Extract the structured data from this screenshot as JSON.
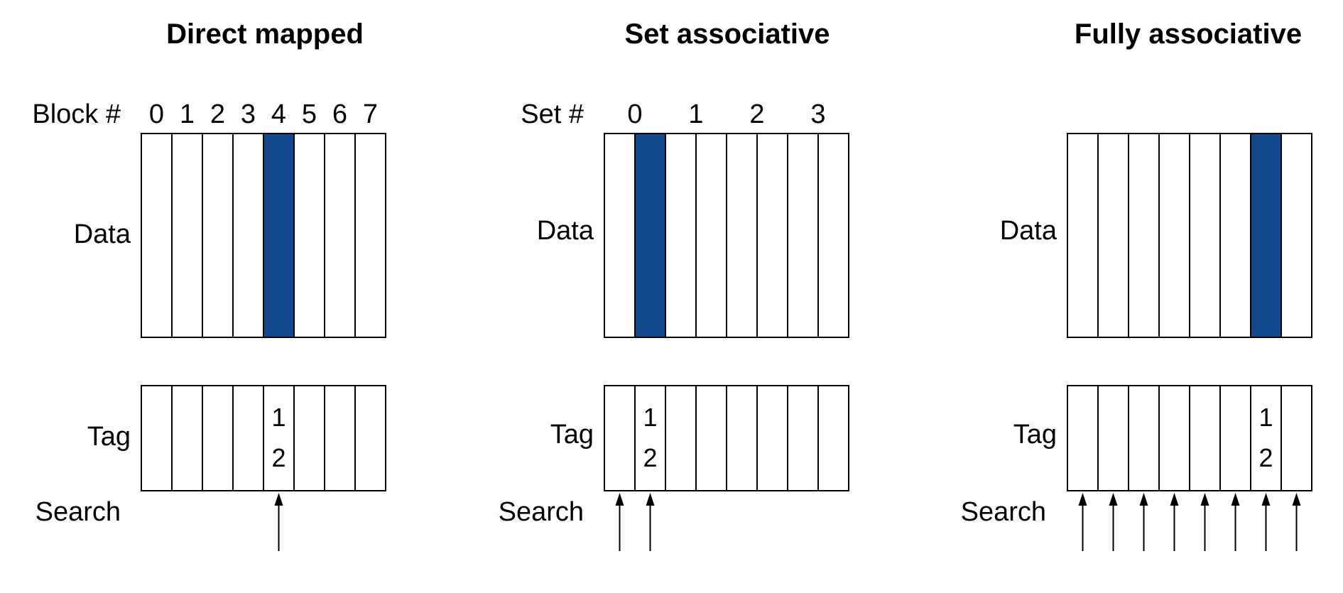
{
  "colors": {
    "highlight": "#12488c",
    "stroke": "#000000",
    "background": "#ffffff"
  },
  "panels": [
    {
      "id": "direct",
      "title": "Direct mapped",
      "index_label": "Block #",
      "index_values": [
        "0",
        "1",
        "2",
        "3",
        "4",
        "5",
        "6",
        "7"
      ],
      "data_label": "Data",
      "tag_label": "Tag",
      "search_label": "Search",
      "tag_value": [
        "1",
        "2"
      ],
      "highlighted_block": 4,
      "search_arrows": [
        4
      ]
    },
    {
      "id": "set",
      "title": "Set associative",
      "index_label": "Set #",
      "index_values": [
        "0",
        "1",
        "2",
        "3"
      ],
      "data_label": "Data",
      "tag_label": "Tag",
      "search_label": "Search",
      "tag_value": [
        "1",
        "2"
      ],
      "highlighted_block": 1,
      "search_arrows": [
        0,
        1
      ]
    },
    {
      "id": "fully",
      "title": "Fully associative",
      "index_label": "",
      "index_values": [],
      "data_label": "Data",
      "tag_label": "Tag",
      "search_label": "Search",
      "tag_value": [
        "1",
        "2"
      ],
      "highlighted_block": 6,
      "search_arrows": [
        0,
        1,
        2,
        3,
        4,
        5,
        6,
        7
      ]
    }
  ]
}
